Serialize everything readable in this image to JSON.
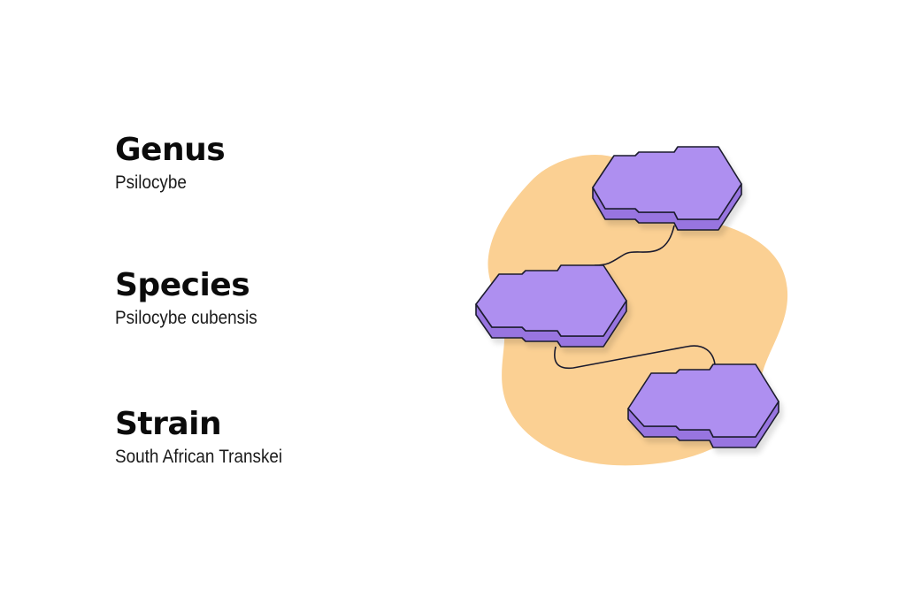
{
  "taxonomy": {
    "genus": {
      "heading": "Genus",
      "value": "Psilocybe"
    },
    "species": {
      "heading": "Species",
      "value": "Psilocybe cubensis"
    },
    "strain": {
      "heading": "Strain",
      "value": "South African Transkei"
    }
  },
  "colors": {
    "blob": "#fbd093",
    "block_top": "#ae8ff0",
    "block_side": "#9874e0",
    "outline": "#1b1b2e",
    "text": "#0b0b0b"
  }
}
